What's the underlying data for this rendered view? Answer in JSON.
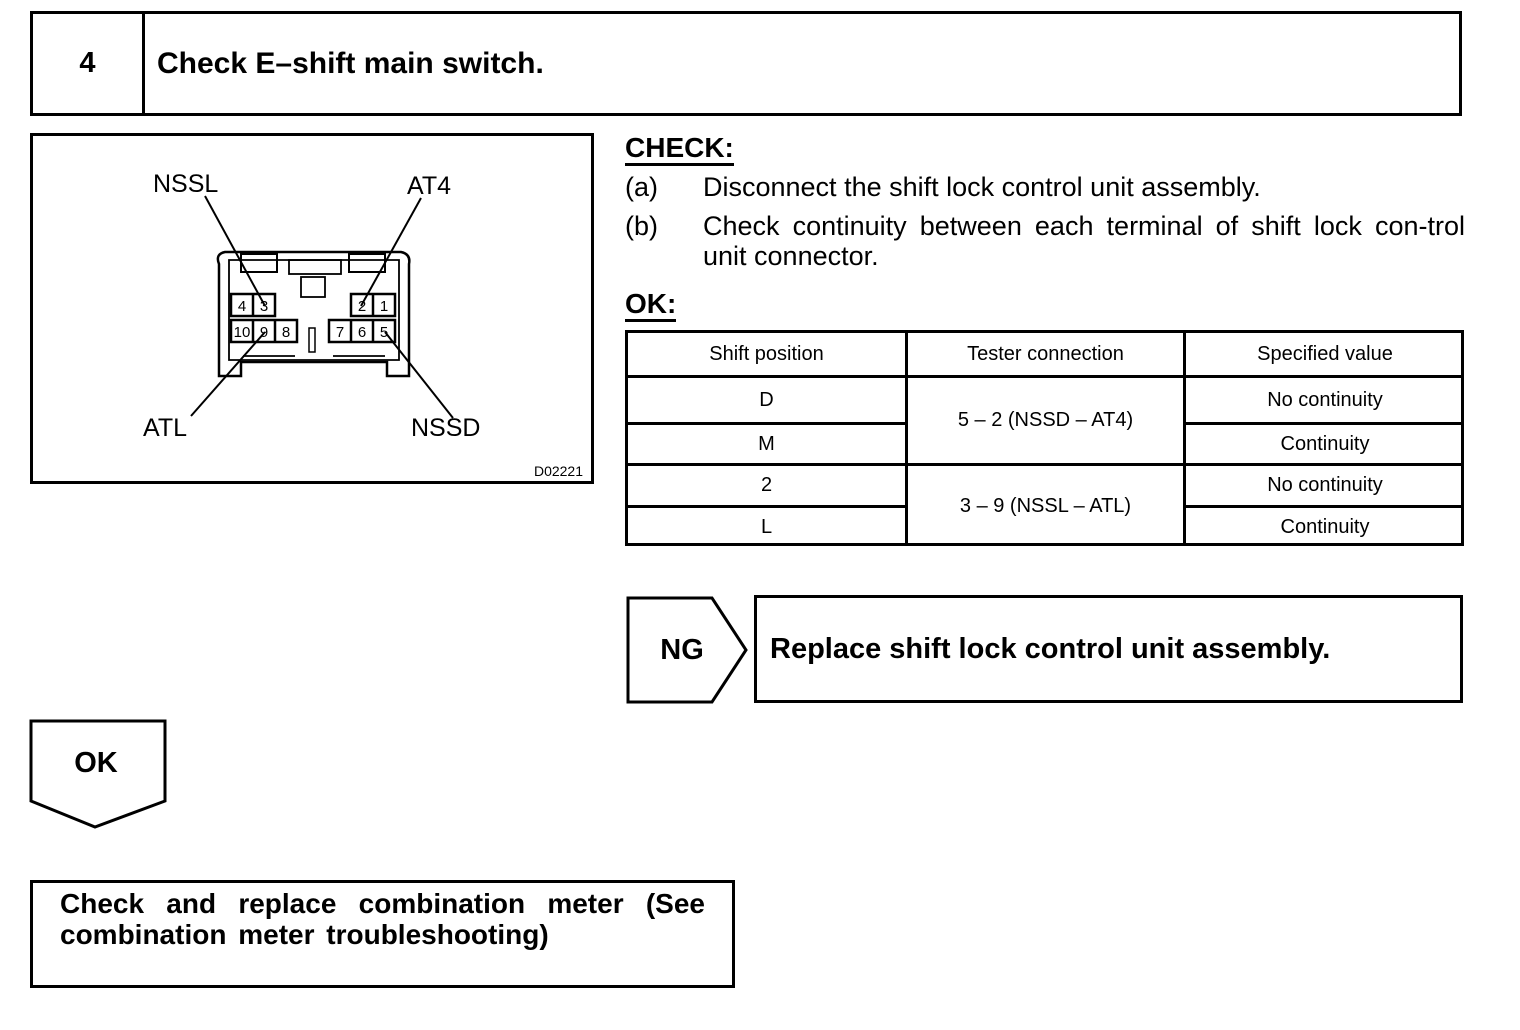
{
  "step": {
    "number": "4",
    "title": "Check E–shift main switch."
  },
  "figure": {
    "labels": {
      "nssl": "NSSL",
      "at4": "AT4",
      "atl": "ATL",
      "nssd": "NSSD"
    },
    "pins_top_left": [
      "4",
      "3"
    ],
    "pins_top_right": [
      "2",
      "1"
    ],
    "pins_bottom_left": [
      "10",
      "9",
      "8"
    ],
    "pins_bottom_right": [
      "7",
      "6",
      "5"
    ],
    "code": "D02221"
  },
  "check": {
    "heading": "CHECK:",
    "a_letter": "(a)",
    "a_text": "Disconnect the shift lock control unit assembly.",
    "b_letter": "(b)",
    "b_text": "Check continuity between each terminal of shift lock con-trol unit connector."
  },
  "ok_heading": "OK:",
  "table": {
    "headers": [
      "Shift position",
      "Tester connection",
      "Specified value"
    ],
    "positions": [
      "D",
      "M",
      "2",
      "L"
    ],
    "connections": [
      "5 – 2 (NSSD – AT4)",
      "3 – 9 (NSSL – ATL)"
    ],
    "values": [
      "No continuity",
      "Continuity",
      "No continuity",
      "Continuity"
    ]
  },
  "ng": {
    "label": "NG",
    "action": "Replace shift lock control unit assembly."
  },
  "ok": {
    "label": "OK"
  },
  "final": {
    "text": "Check and replace combination meter (See combination meter troubleshooting)"
  }
}
